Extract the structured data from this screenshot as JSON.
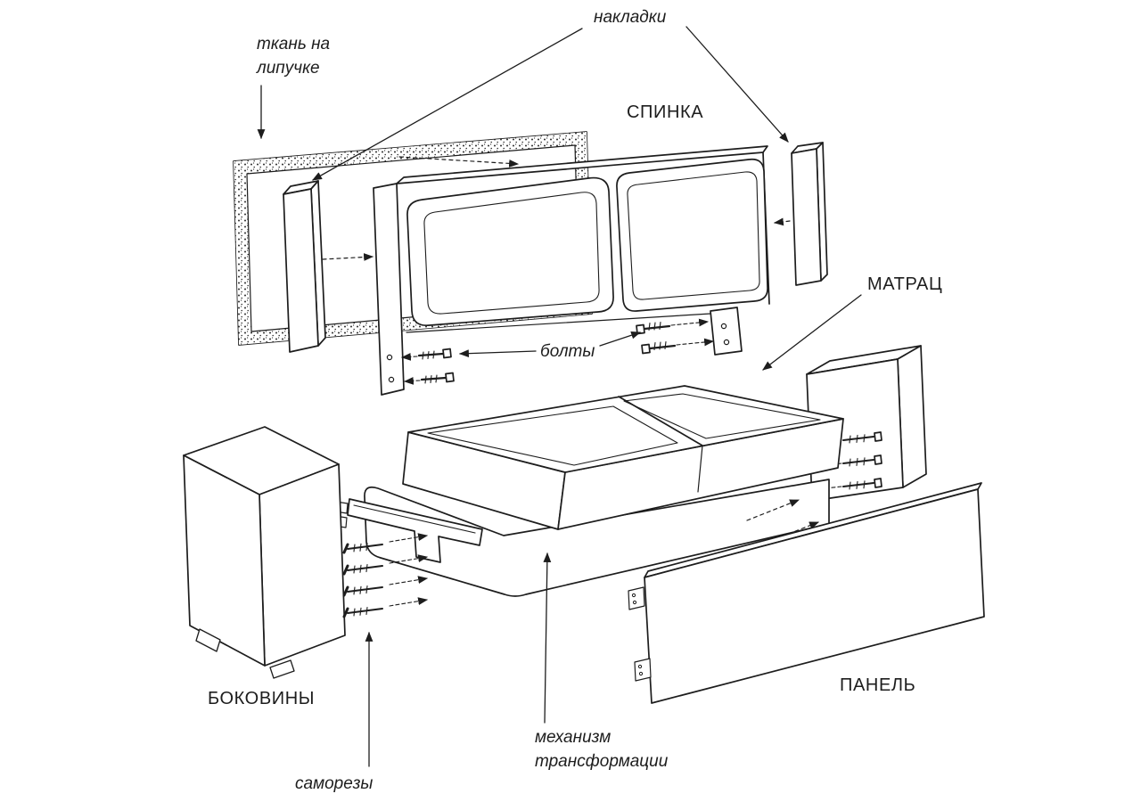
{
  "diagram": {
    "type": "exploded-assembly-scheme",
    "subject": "sofa / divan assembly diagram",
    "colors": {
      "ink": "#1d1d1d",
      "background": "#ffffff"
    },
    "labels": {
      "fabric_velcro": {
        "line1": "ткань на",
        "line2": "липучке"
      },
      "overlays": "накладки",
      "backrest": "СПИНКА",
      "bolts": "болты",
      "mattress": "МАТРАЦ",
      "side_panels": "БОКОВИНЫ",
      "panel": "ПАНЕЛЬ",
      "mechanism": {
        "line1": "механизм",
        "line2": "трансформации"
      },
      "screws": "саморезы"
    },
    "parts": [
      "fabric-velcro-sheet",
      "overlay-left",
      "overlay-right",
      "backrest",
      "bolts",
      "mattress",
      "seat-base",
      "transformation-mechanism",
      "side-panel-left",
      "side-panel-right",
      "front-panel",
      "screws"
    ]
  }
}
